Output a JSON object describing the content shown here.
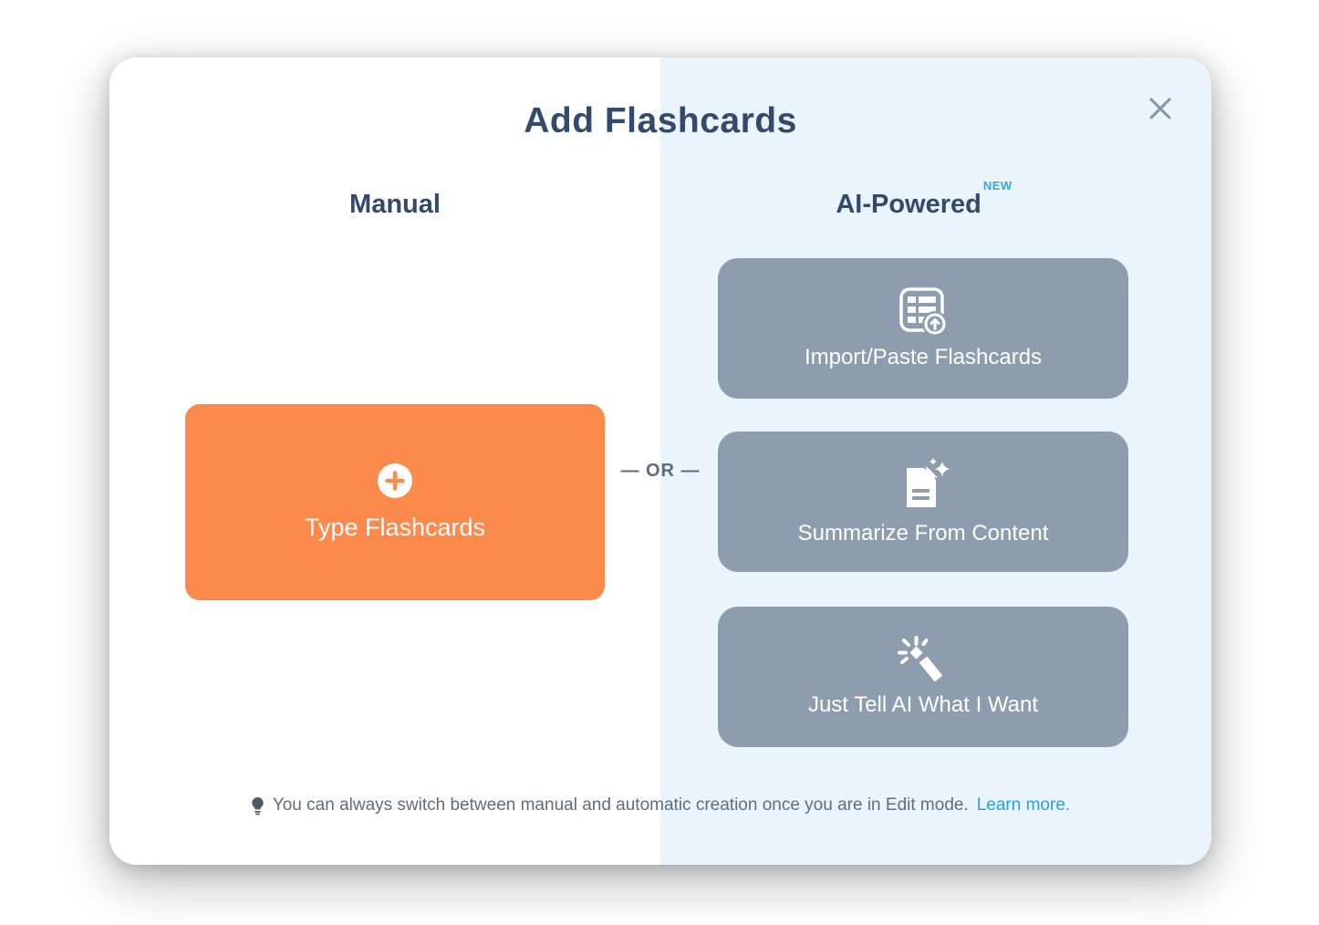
{
  "modal": {
    "title": "Add Flashcards",
    "manual_section": {
      "header": "Manual",
      "type_button": {
        "label": "Type Flashcards",
        "icon": "plus-circle-icon"
      }
    },
    "ai_section": {
      "header": "AI-Powered",
      "badge": "NEW",
      "buttons": [
        {
          "label": "Import/Paste Flashcards",
          "icon": "table-import-icon"
        },
        {
          "label": "Summarize From Content",
          "icon": "document-sparkle-icon"
        },
        {
          "label": "Just Tell AI What I Want",
          "icon": "magic-wand-icon"
        }
      ]
    },
    "divider": "— OR —",
    "tip": {
      "icon": "lightbulb-icon",
      "text": "You can always switch between manual and automatic creation once you are in Edit mode.",
      "link": "Learn more."
    },
    "colors": {
      "accent_orange": "#FB8A4C",
      "ai_button_gray": "#8E9DAD",
      "ai_panel_blue": "#E9F4FD",
      "heading_navy": "#344A6D",
      "badge_blue": "#29ABE2",
      "link_blue": "#2D9FDB"
    }
  }
}
